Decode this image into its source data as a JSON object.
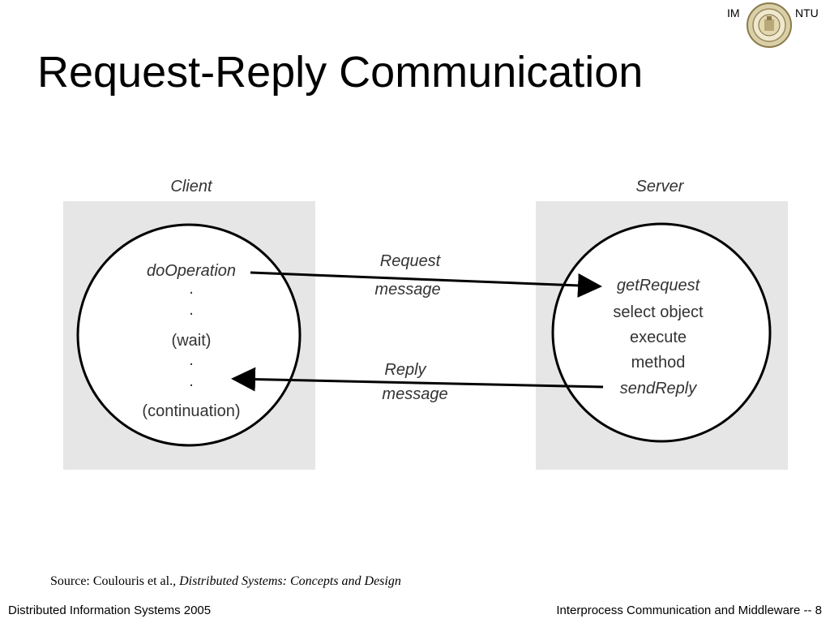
{
  "header": {
    "left_label": "IM",
    "right_label": "NTU",
    "seal_icon": "university-seal-icon"
  },
  "slide": {
    "title": "Request-Reply Communication"
  },
  "diagram": {
    "client": {
      "heading": "Client",
      "steps": [
        "doOperation",
        ".",
        ".",
        "(wait)",
        ".",
        ".",
        "(continuation)"
      ]
    },
    "server": {
      "heading": "Server",
      "steps": [
        "getRequest",
        "select object",
        "execute",
        "method",
        "sendReply"
      ]
    },
    "request_arrow": {
      "line1": "Request",
      "line2": "message"
    },
    "reply_arrow": {
      "line1": "Reply",
      "line2": "message"
    },
    "colors": {
      "panel": "#e6e6e6",
      "stroke": "#000000",
      "text": "#333333"
    }
  },
  "source": {
    "prefix": "Source: Coulouris et al., ",
    "book": "Distributed Systems: Concepts and Design"
  },
  "footer": {
    "left": "Distributed Information Systems 2005",
    "right": "Interprocess Communication and Middleware -- 8"
  }
}
